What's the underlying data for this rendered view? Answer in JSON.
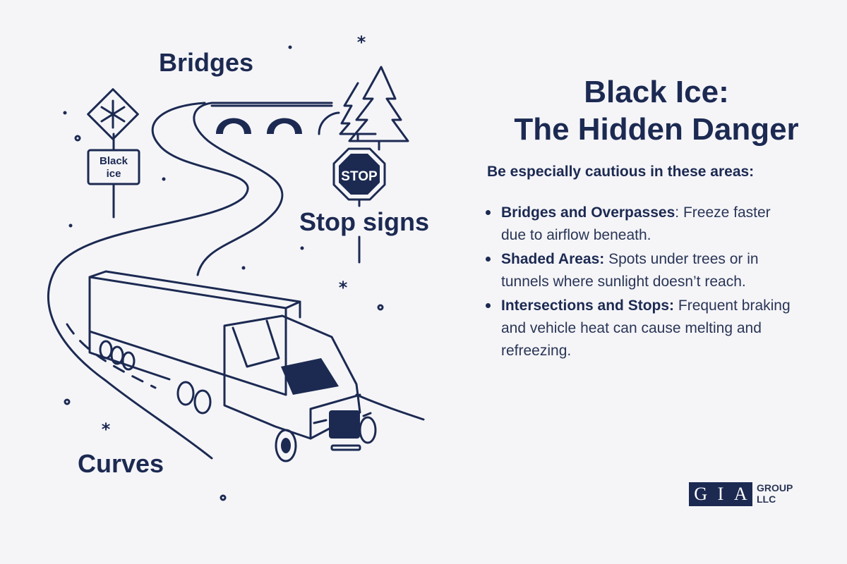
{
  "labels": {
    "bridges": "Bridges",
    "stop_signs": "Stop signs",
    "curves": "Curves"
  },
  "signs": {
    "black_ice_line1": "Black",
    "black_ice_line2": "ice",
    "stop": "STOP"
  },
  "panel": {
    "title_line1": "Black Ice:",
    "title_line2": "The Hidden Danger",
    "intro": "Be especially cautious in these areas:",
    "tips": [
      {
        "term": "Bridges and Overpasses",
        "text": ": Freeze faster due to airflow beneath."
      },
      {
        "term": "Shaded Areas:",
        "text": " Spots under trees or in tunnels where sunlight doesn’t reach."
      },
      {
        "term": "Intersections and Stops:",
        "text": " Frequent braking and vehicle heat can cause melting and refreezing."
      }
    ]
  },
  "logo": {
    "letters": [
      "G",
      "I",
      "A"
    ],
    "line1": "GROUP",
    "line2": "LLC"
  },
  "colors": {
    "ink": "#1c2a52",
    "background": "#f5f5f8"
  }
}
